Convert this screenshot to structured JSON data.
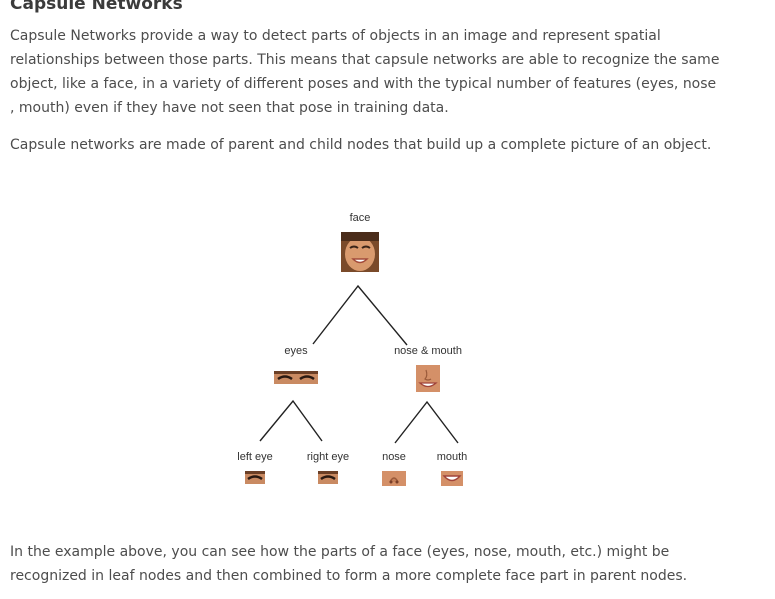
{
  "article": {
    "heading": "Capsule Networks",
    "paragraph1": "Capsule Networks provide a way to detect parts of objects in an image and represent spatial relationships between those parts. This means that capsule networks are able to recognize the same object, like a face, in a variety of different poses and with the typical number of features (eyes, nose , mouth) even if they have not seen that pose in training data.",
    "paragraph2": "Capsule networks are made of parent and child nodes that build up a complete picture of an object.",
    "paragraph3": "In the example above, you can see how the parts of a face (eyes, nose, mouth, etc.) might be recognized in leaf nodes and then combined to form a more complete face part in parent nodes."
  },
  "diagram": {
    "root": {
      "label": "face"
    },
    "level1": [
      {
        "label": "eyes"
      },
      {
        "label": "nose & mouth"
      }
    ],
    "leaves": [
      {
        "label": "left eye"
      },
      {
        "label": "right eye"
      },
      {
        "label": "nose"
      },
      {
        "label": "mouth"
      }
    ]
  }
}
